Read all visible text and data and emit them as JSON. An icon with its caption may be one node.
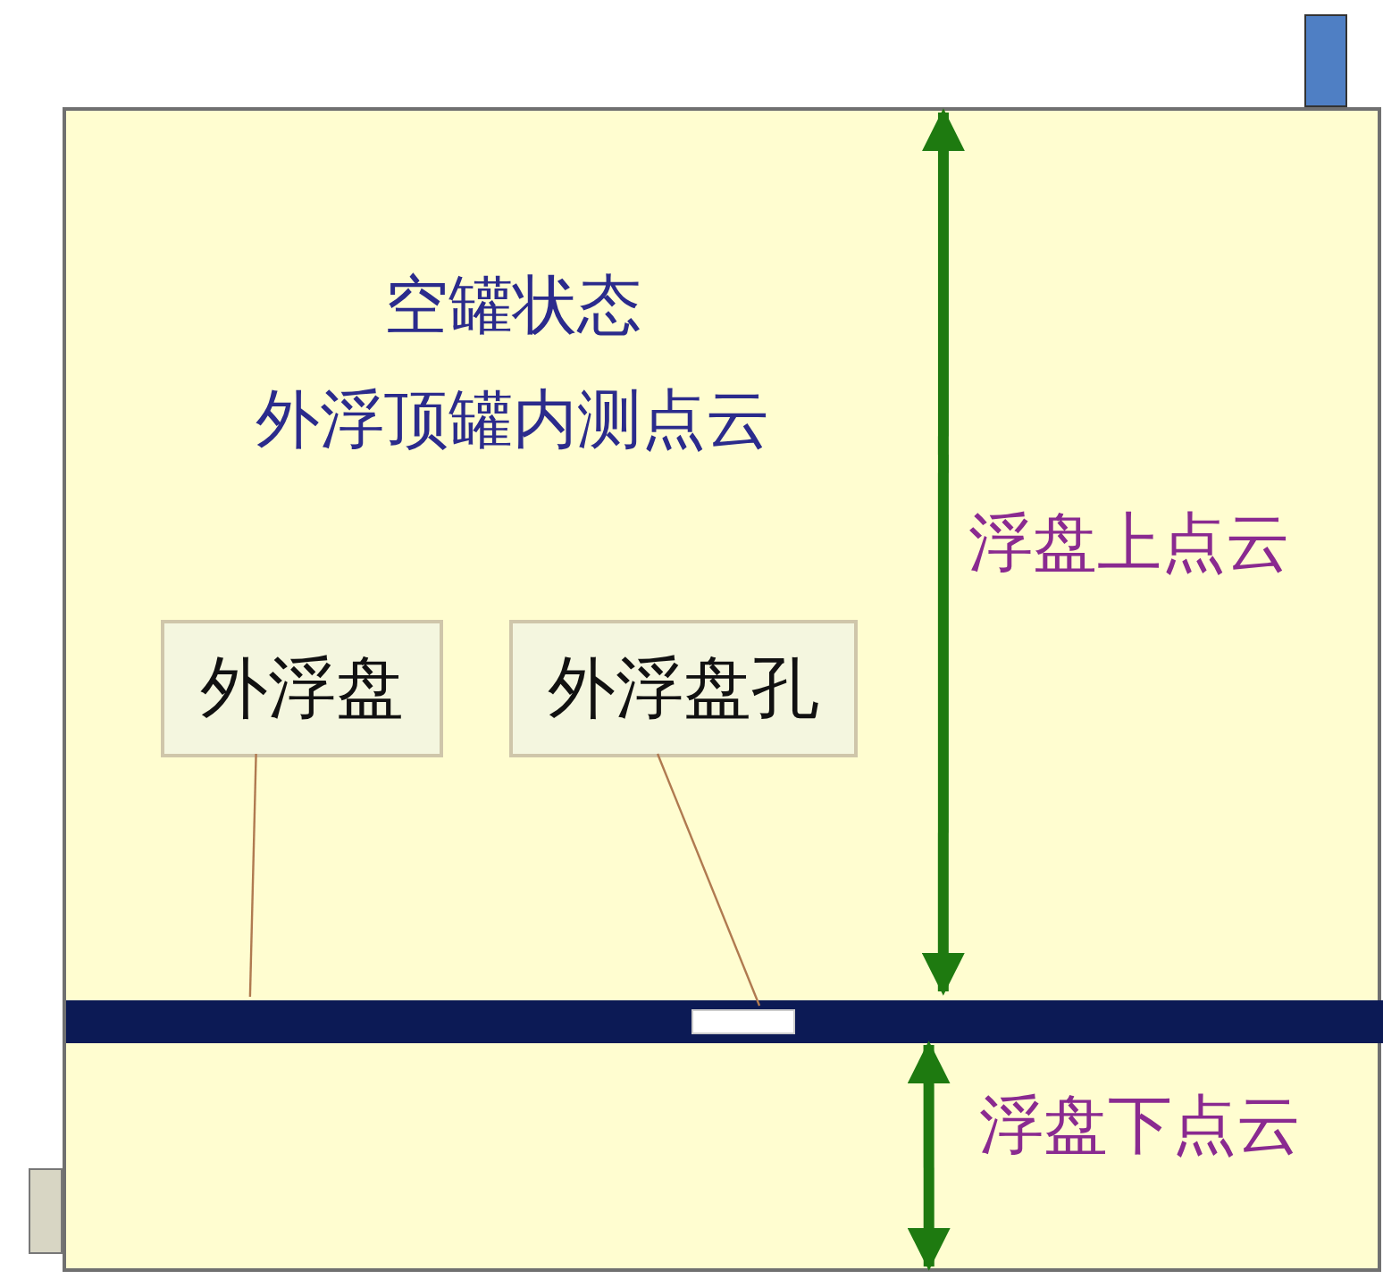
{
  "diagram": {
    "nodes": [
      {
        "text": [
          "空罐状态",
          "外浮顶罐内测点云"
        ]
      },
      {
        "text": [
          "外浮盘"
        ],
        "in": 0
      },
      {
        "text": [
          "外浮盘孔"
        ],
        "in": 0
      },
      {
        "text": [],
        "shape": "bar",
        "in": 0
      },
      {
        "text": [],
        "shape": "box",
        "in": 3
      }
    ],
    "edges": [
      {
        "from": 1,
        "to": 3,
        "arrow": "none"
      },
      {
        "from": 2,
        "to": 4,
        "arrow": "none"
      },
      {
        "from": 0,
        "to": 3,
        "arrow": "both",
        "label": "浮盘上点云",
        "style": "thick",
        "color": "#1e7a10"
      },
      {
        "from": 3,
        "to": 0,
        "arrow": "both",
        "label": "浮盘下点云",
        "style": "thick",
        "color": "#1e7a10"
      }
    ]
  }
}
